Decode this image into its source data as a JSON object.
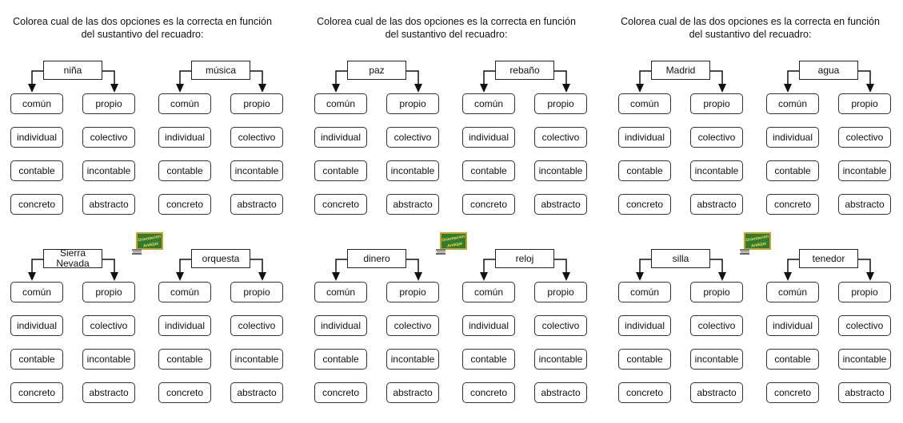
{
  "instruction": "Colorea cual de las dos opciones es la correcta en función del sustantivo del recuadro:",
  "option_pairs": [
    [
      "común",
      "propio"
    ],
    [
      "individual",
      "colectivo"
    ],
    [
      "contable",
      "incontable"
    ],
    [
      "concreto",
      "abstracto"
    ]
  ],
  "panels": [
    {
      "groups": [
        "niña",
        "música",
        "Sierra Nevada",
        "orquesta"
      ]
    },
    {
      "groups": [
        "paz",
        "rebaño",
        "dinero",
        "reloj"
      ]
    },
    {
      "groups": [
        "Madrid",
        "agua",
        "silla",
        "tenedor"
      ]
    }
  ],
  "logo": {
    "line1": "Orientación",
    "line2": "Andújar",
    "board_color": "#2f7d32",
    "frame_color": "#c9a227"
  }
}
